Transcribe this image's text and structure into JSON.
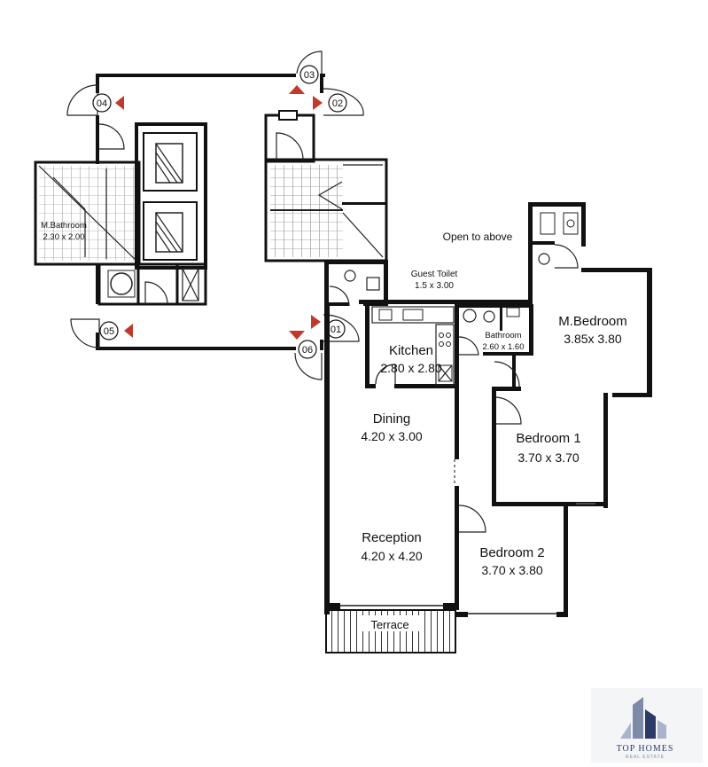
{
  "rooms": {
    "m_bathroom_left": {
      "name": "M.Bathroom",
      "dims": "2.30 x 2.00"
    },
    "open_to_above": {
      "name": "Open to above"
    },
    "guest_toilet": {
      "name": "Guest Toilet",
      "dims": "1.5 x 3.00"
    },
    "kitchen": {
      "name": "Kitchen",
      "dims": "2.80 x 2.80"
    },
    "bathroom": {
      "name": "Bathroom",
      "dims": "2.60 x 1.60"
    },
    "master_bedroom": {
      "name": "M.Bedroom",
      "dims": "3.85x 3.80"
    },
    "bedroom1": {
      "name": "Bedroom 1",
      "dims": "3.70 x 3.70"
    },
    "dining": {
      "name": "Dining",
      "dims": "4.20 x 3.00"
    },
    "reception": {
      "name": "Reception",
      "dims": "4.20 x 4.20"
    },
    "bedroom2": {
      "name": "Bedroom 2",
      "dims": "3.70 x 3.80"
    },
    "terrace": {
      "name": "Terrace"
    }
  },
  "units": [
    "01",
    "02",
    "03",
    "04",
    "05",
    "06"
  ],
  "brand": {
    "name": "TOP HOMES",
    "tagline": "REAL ESTATE"
  },
  "colors": {
    "wall": "#111111",
    "marker": "#c0392b",
    "brand": "#2b3a66",
    "brand_light": "#a9b4cc"
  }
}
